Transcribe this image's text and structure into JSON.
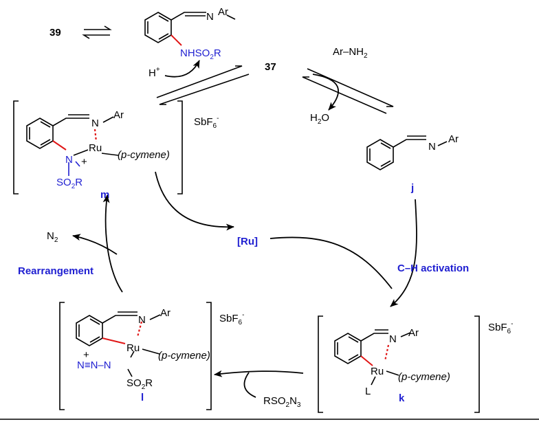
{
  "compounds": {
    "c39": "39",
    "c37": "37",
    "j": "j",
    "k": "k",
    "l": "l",
    "m": "m",
    "ru_center": "[Ru]"
  },
  "top_compound": {
    "ar": "Ar",
    "n": "N",
    "nhso2r": "NHSO",
    "sub2": "2",
    "r": "R"
  },
  "reagents": {
    "h_plus": "H",
    "plus": "+",
    "arnh2": "Ar–NH",
    "arnh2_sub": "2",
    "h2o_h": "H",
    "h2o_sub": "2",
    "h2o_o": "O",
    "n2": "N",
    "n2_sub": "2",
    "rso2n3_a": "RSO",
    "rso2n3_sub1": "2",
    "rso2n3_b": "N",
    "rso2n3_sub2": "3"
  },
  "steps": {
    "ch_activation": "C–H activation",
    "rearrangement": "Rearrangement"
  },
  "complex_labels": {
    "ar": "Ar",
    "n": "N",
    "ru": "Ru",
    "pcymene": "(p-cymene)",
    "plus": "+",
    "so2r_a": "SO",
    "so2r_sub": "2",
    "so2r_b": "R",
    "l_ligand": "L",
    "azide": "N≡N–N",
    "counter_a": "SbF",
    "counter_sub": "6",
    "counter_sup": "-"
  }
}
